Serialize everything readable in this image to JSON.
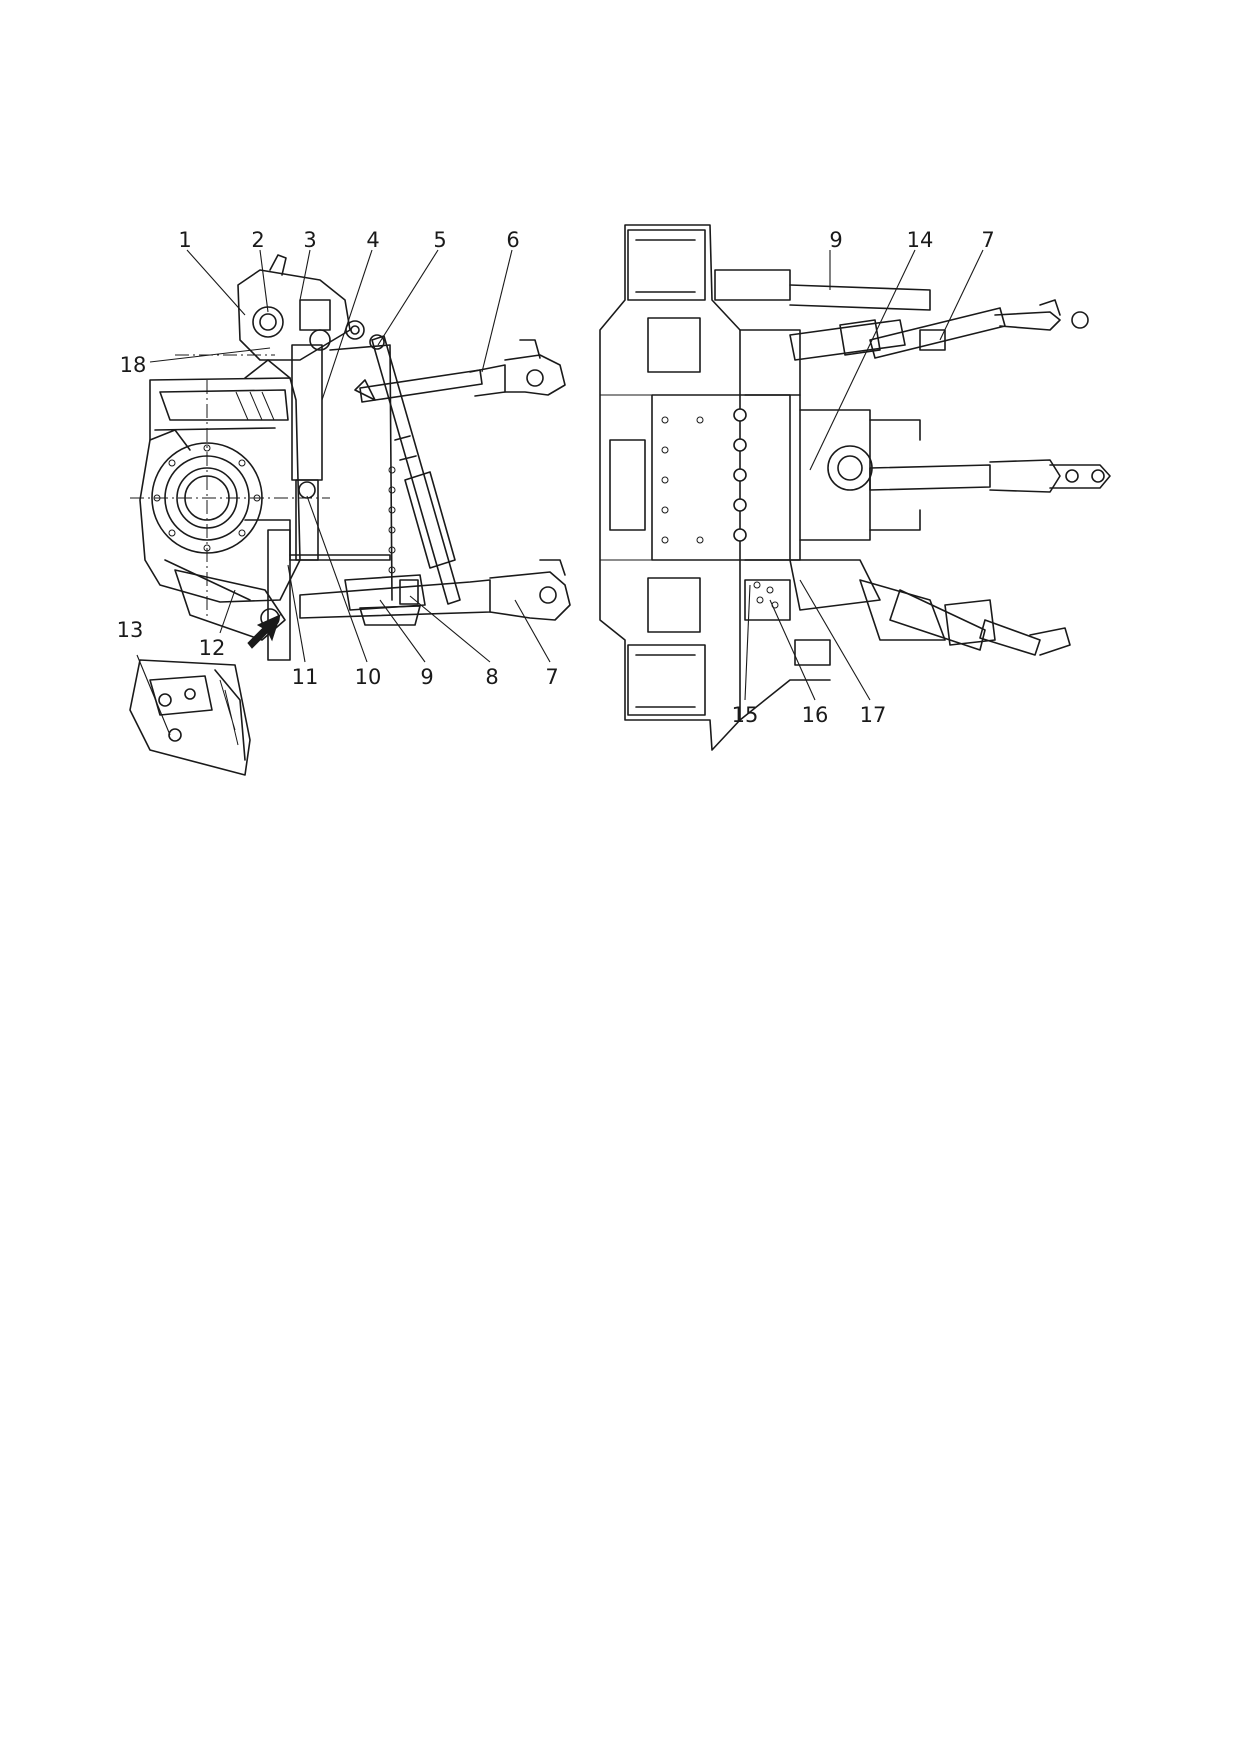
{
  "figure": {
    "left_view": {
      "callouts": [
        "1",
        "2",
        "3",
        "4",
        "5",
        "6",
        "18",
        "12",
        "11",
        "10",
        "9",
        "8",
        "7"
      ],
      "detail_callout": "13"
    },
    "right_view": {
      "callouts": [
        "9",
        "14",
        "7",
        "15",
        "16",
        "17"
      ]
    }
  },
  "icons": {
    "view_arrow": "view-direction-arrow-icon"
  }
}
